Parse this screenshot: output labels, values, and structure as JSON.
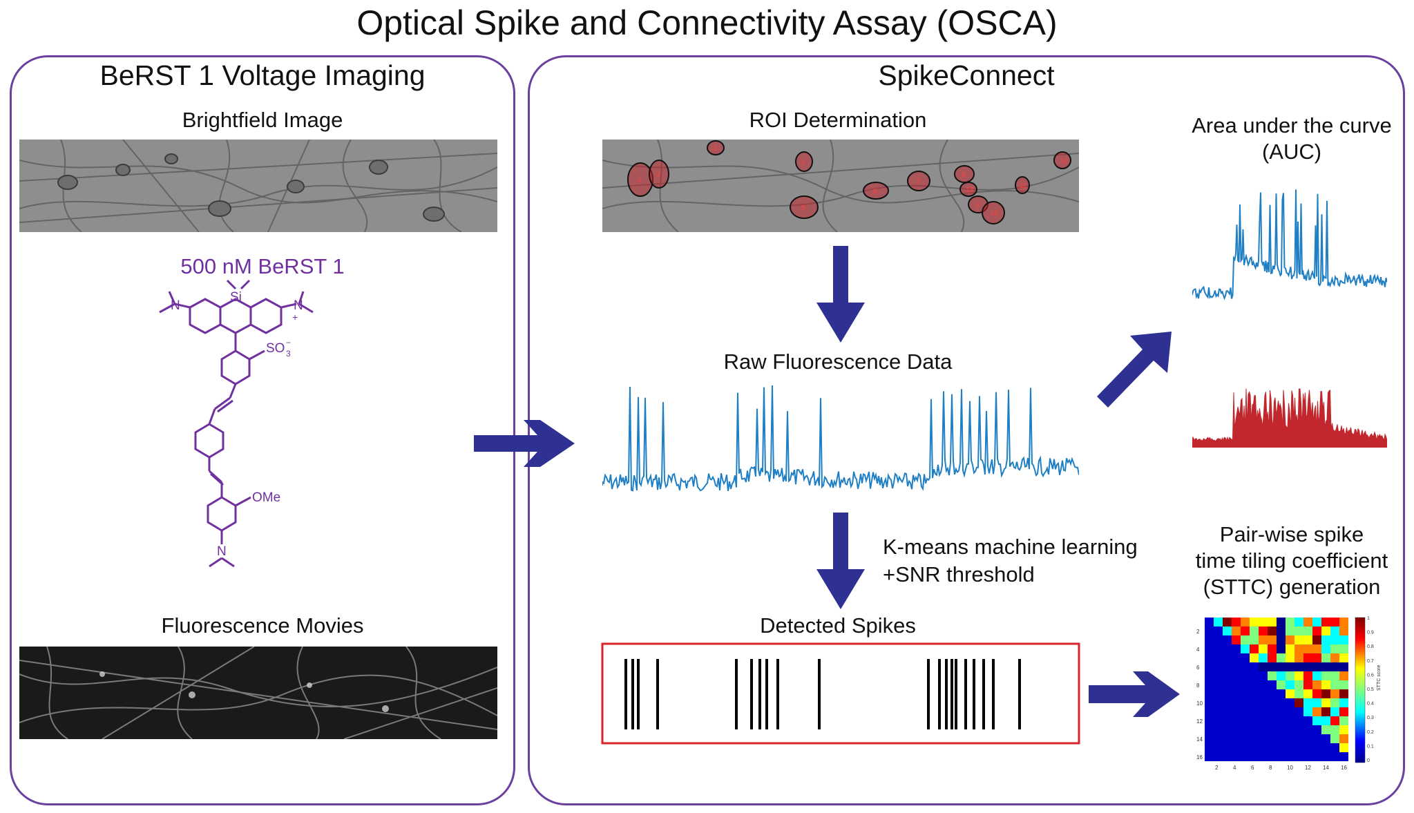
{
  "title": "Optical Spike and Connectivity Assay (OSCA)",
  "left_panel": {
    "title": "BeRST 1 Voltage Imaging",
    "brightfield_label": "Brightfield Image",
    "dye_label": "500 nM BeRST 1",
    "dye_color": "#7030a0",
    "chem_labels": {
      "si": "Si",
      "n_left": "N",
      "n_right": "N",
      "plus": "+",
      "so3": "SO",
      "so3_sub": "3",
      "so3_sup": "−",
      "ome": "OMe",
      "n_bottom": "N"
    },
    "fluorescence_label": "Fluorescence Movies"
  },
  "right_panel": {
    "title": "SpikeConnect",
    "roi_label": "ROI Determination",
    "raw_label": "Raw Fluorescence Data",
    "kmeans_line1": "K-means machine learning",
    "kmeans_line2": "+SNR threshold",
    "spikes_label": "Detected Spikes",
    "auc_line1": "Area under the curve",
    "auc_line2": "(AUC)",
    "sttc_line1": "Pair-wise spike",
    "sttc_line2": "time tiling coefficient",
    "sttc_line3": "(STTC) generation",
    "roi_numbers": [
      "1",
      "2",
      "3",
      "4",
      "5",
      "6",
      "7",
      "8",
      "9",
      "10",
      "11",
      "12",
      "13"
    ],
    "heatmap": {
      "y_ticks": [
        "2",
        "4",
        "6",
        "8",
        "10",
        "12",
        "14",
        "16"
      ],
      "x_ticks": [
        "2",
        "4",
        "6",
        "8",
        "10",
        "12",
        "14",
        "16"
      ],
      "colorbar_ticks": [
        "1",
        "0.9",
        "0.8",
        "0.7",
        "0.6",
        "0.5",
        "0.4",
        "0.3",
        "0.2",
        "0.1",
        "0"
      ],
      "colorbar_label": "STTC score"
    }
  },
  "colors": {
    "frame": "#6b3fa0",
    "arrow": "#2e3192",
    "trace": "#1f7fc4",
    "auc_fill": "#c1272d",
    "spike_box": "#d9232a"
  }
}
